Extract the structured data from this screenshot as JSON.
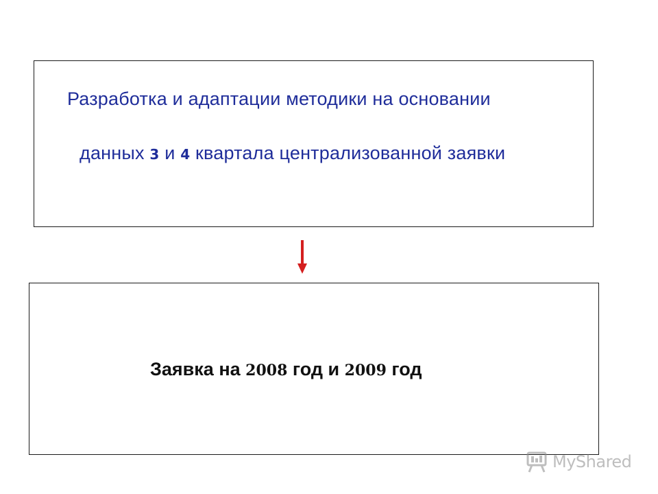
{
  "top_box": {
    "line1": "Разработка и адаптации методики на основании",
    "line2_a": "данных ",
    "line2_num1": "3",
    "line2_b": " и ",
    "line2_num2": "4",
    "line2_c": " квартала централизованной заявки"
  },
  "bottom_box": {
    "text_a": "Заявка на ",
    "year1": "2008",
    "text_b": " год и ",
    "year2": "2009",
    "text_c": " год"
  },
  "arrow": {
    "color": "#d41f1f",
    "icon": "arrow-down-icon"
  },
  "colors": {
    "top_text": "#1f2d9a",
    "bottom_text": "#111111"
  },
  "watermark": {
    "text": "MyShared",
    "icon": "presentation-board-icon"
  }
}
